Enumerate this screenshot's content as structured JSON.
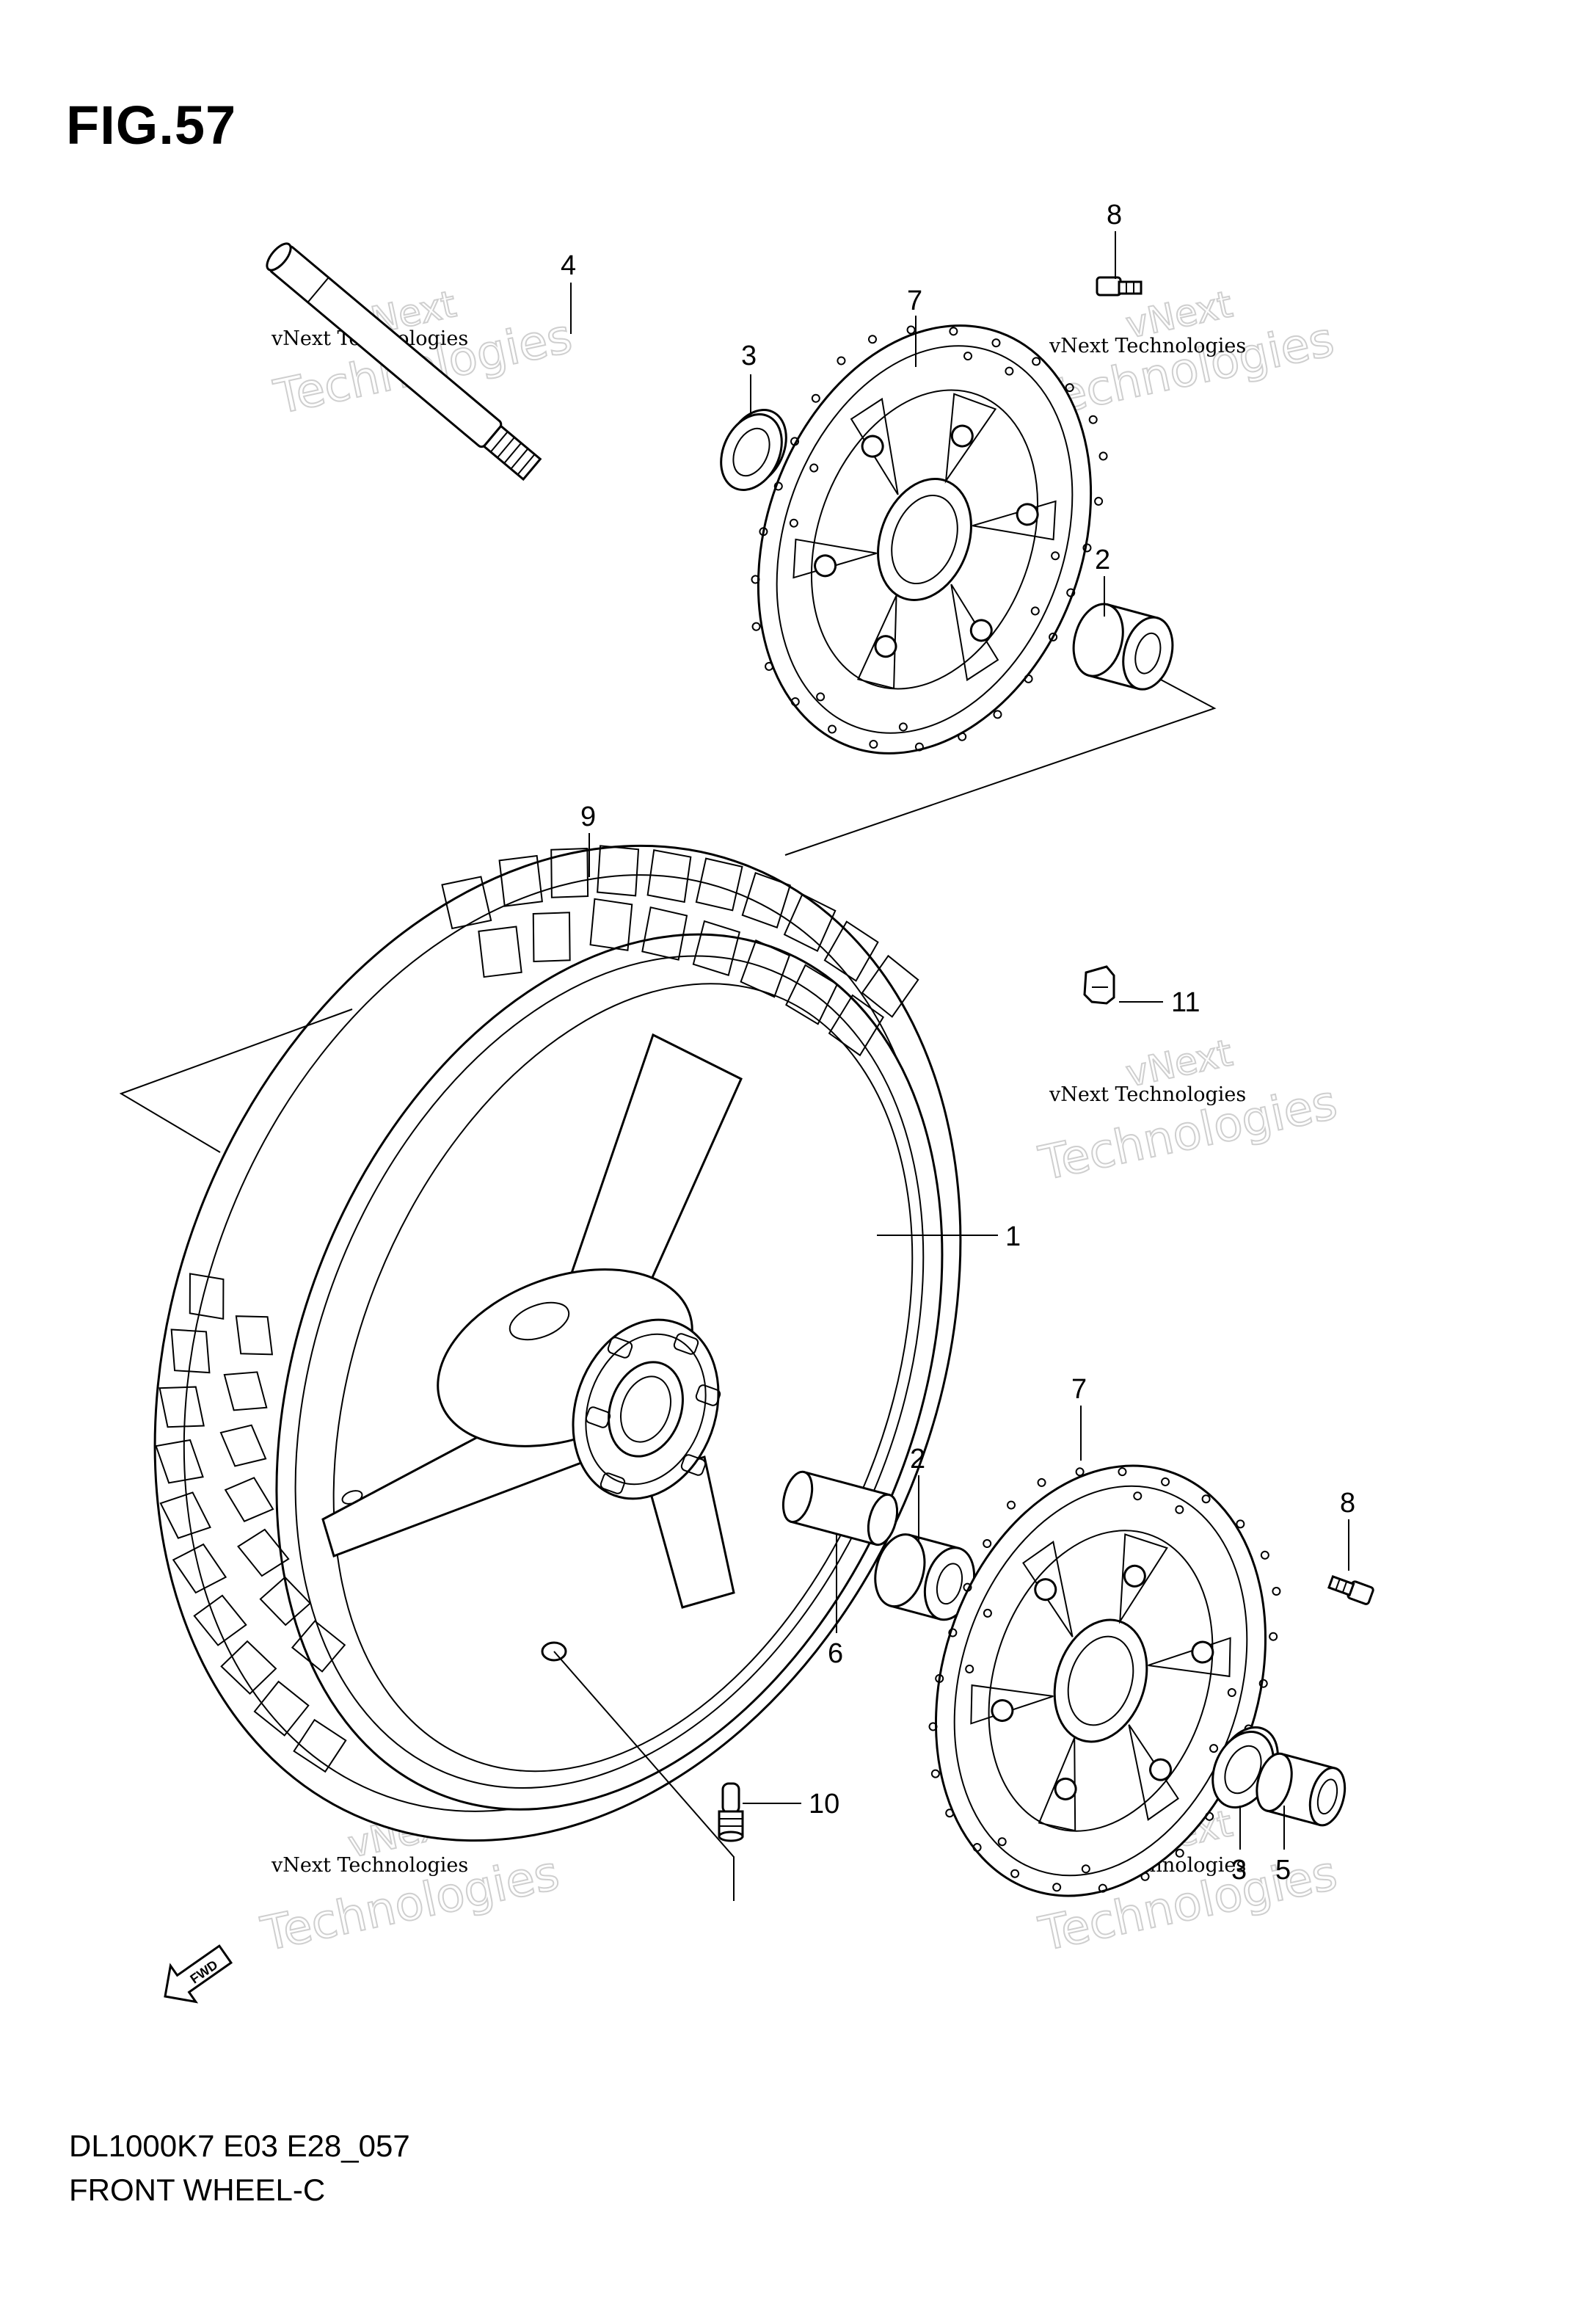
{
  "figure": {
    "title": "FIG.57",
    "model_code": "DL1000K7  E03  E28_057",
    "name": "FRONT WHEEL-C"
  },
  "callouts": [
    {
      "id": "4",
      "label": "4"
    },
    {
      "id": "8a",
      "label": "8"
    },
    {
      "id": "7a",
      "label": "7"
    },
    {
      "id": "3a",
      "label": "3"
    },
    {
      "id": "2a",
      "label": "2"
    },
    {
      "id": "9",
      "label": "9"
    },
    {
      "id": "11",
      "label": "11"
    },
    {
      "id": "1",
      "label": "1"
    },
    {
      "id": "7b",
      "label": "7"
    },
    {
      "id": "2b",
      "label": "2"
    },
    {
      "id": "8b",
      "label": "8"
    },
    {
      "id": "6",
      "label": "6"
    },
    {
      "id": "10",
      "label": "10"
    },
    {
      "id": "3b",
      "label": "3"
    },
    {
      "id": "5",
      "label": "5"
    }
  ],
  "watermark": {
    "line1": "vNext Technologies",
    "line2": "Technologies",
    "line3": "vNext"
  },
  "fwd_label": "FWD"
}
